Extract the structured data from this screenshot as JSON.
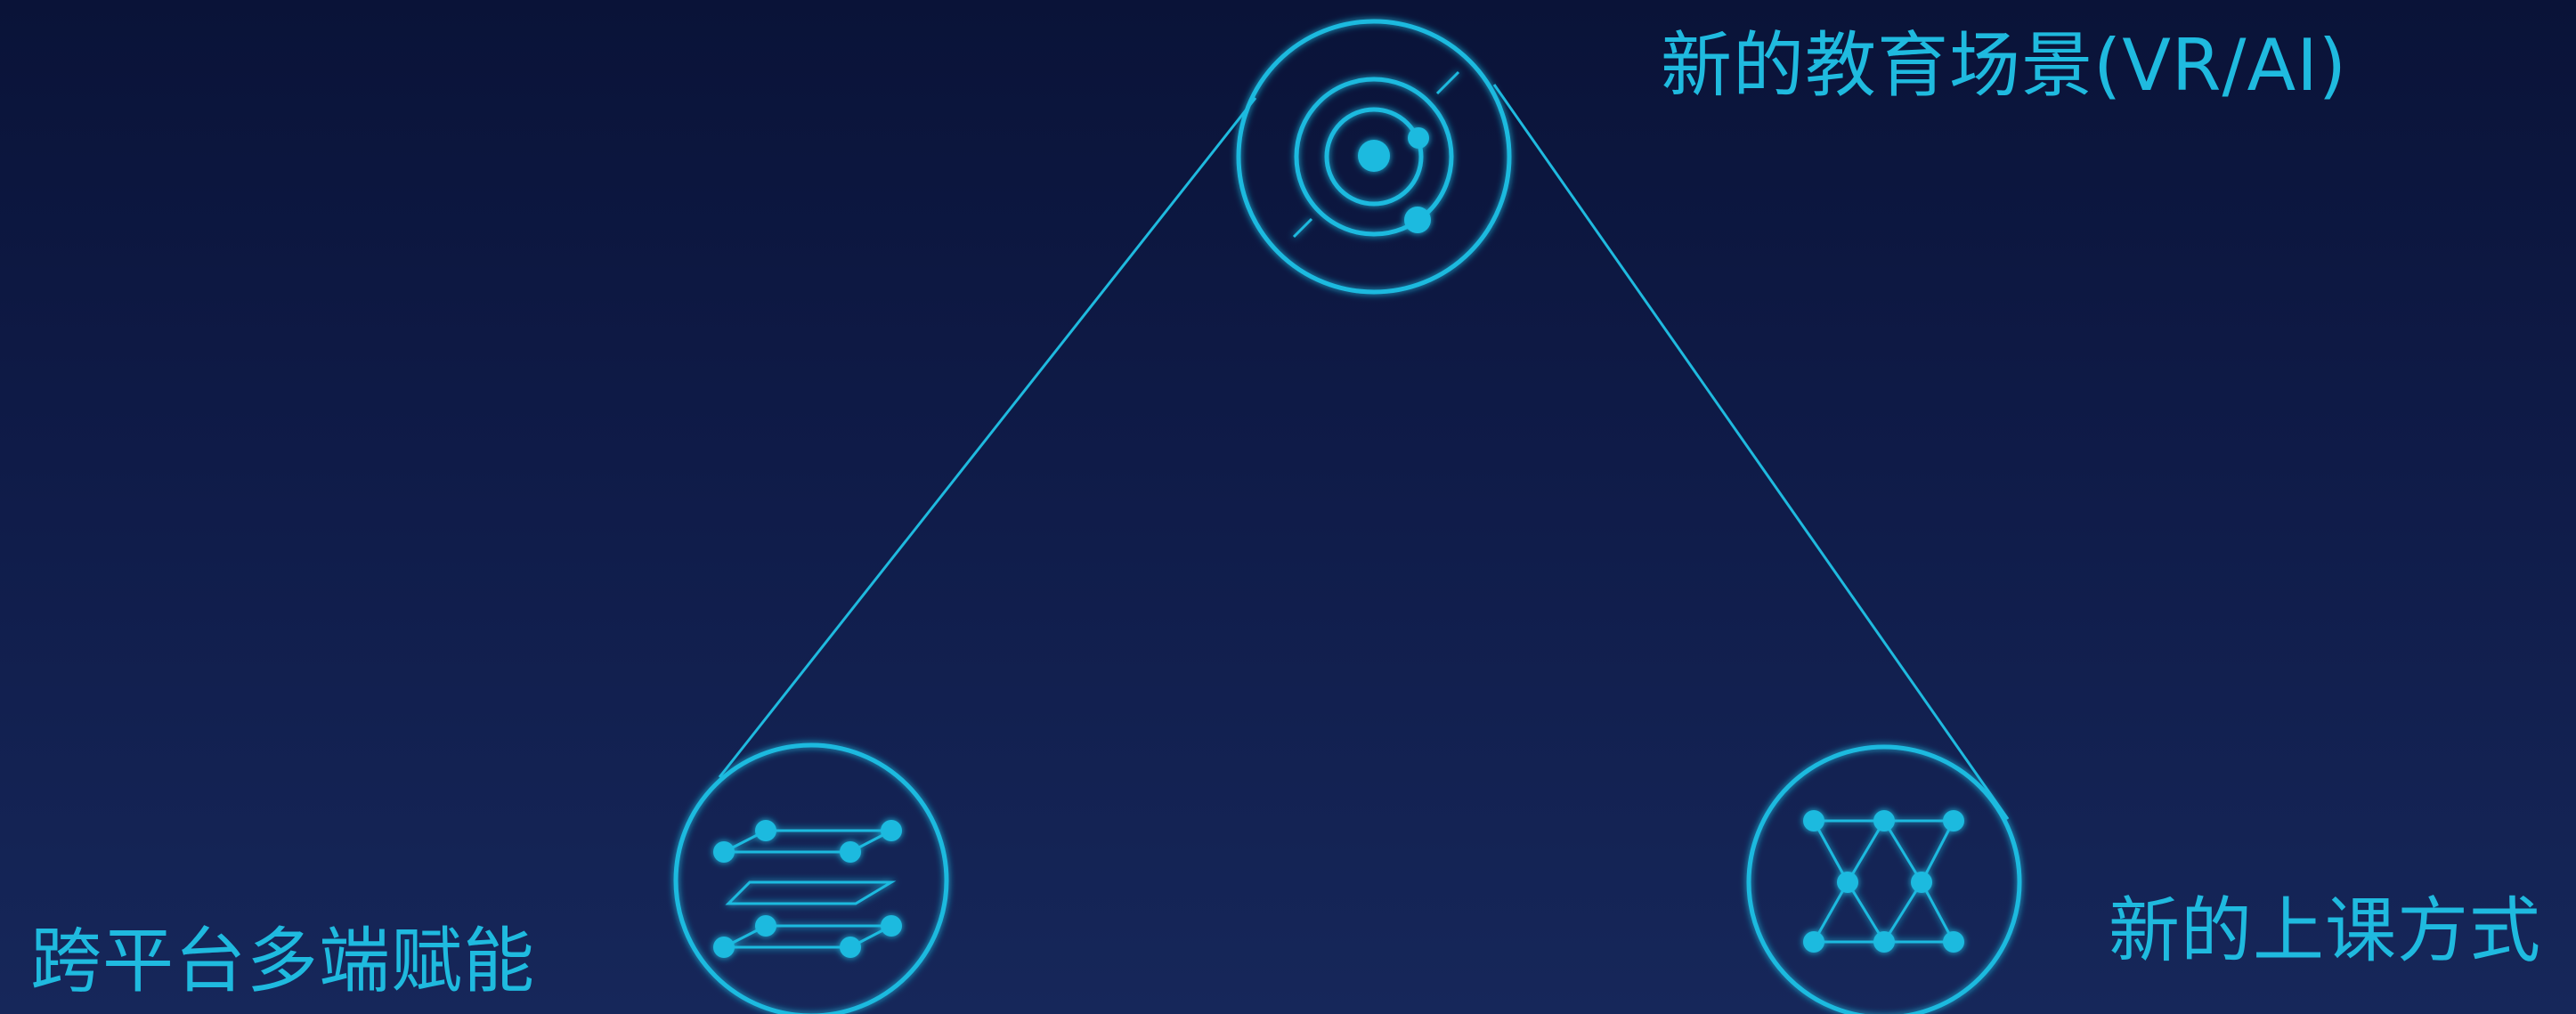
{
  "nodes": [
    {
      "id": "top",
      "label": "新的教育场景(VR/AI)",
      "icon": "orbit-icon"
    },
    {
      "id": "left",
      "label": "跨平台多端赋能",
      "icon": "layers-icon"
    },
    {
      "id": "right",
      "label": "新的上课方式",
      "icon": "network-icon"
    }
  ],
  "colors": {
    "accent": "#1fbadf",
    "background_top": "#0a1338",
    "background_bottom": "#16275a"
  }
}
